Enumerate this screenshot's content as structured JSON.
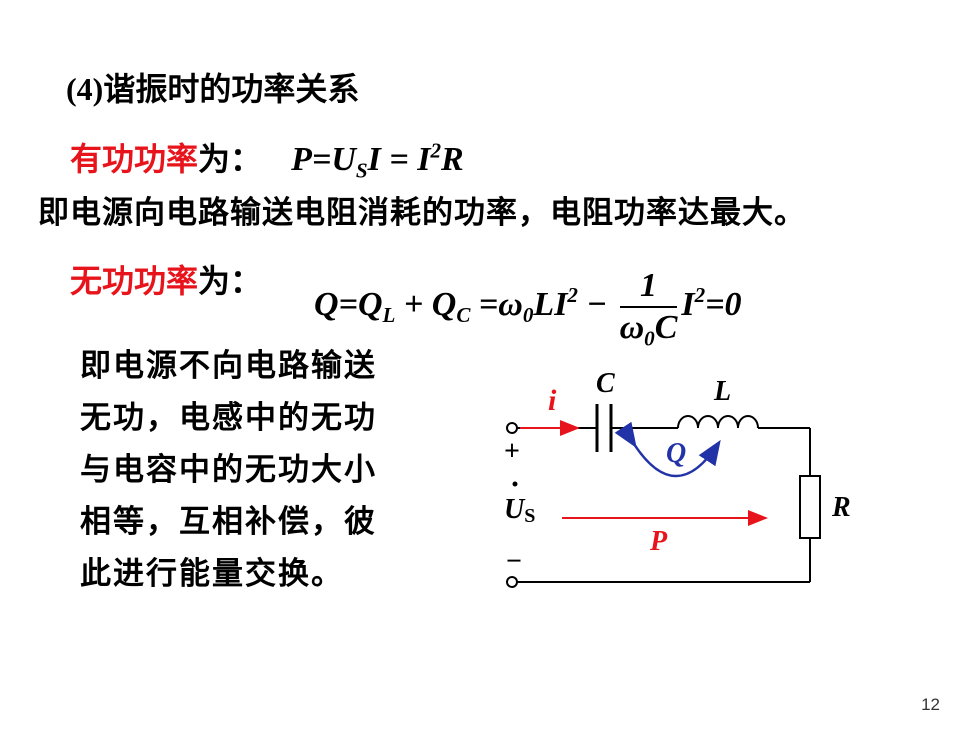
{
  "heading": {
    "num": "(4)",
    "text": "谐振时的功率关系"
  },
  "active_power": {
    "label": "有功功率",
    "suffix": "为：",
    "formula": {
      "P": "P",
      "eq1": "=",
      "U": "U",
      "S": "S",
      "I": "I",
      "eq2": " = ",
      "I2": "I",
      "two": "2",
      "R": "R"
    }
  },
  "active_desc": "即电源向电路输送电阻消耗的功率，电阻功率达最大。",
  "reactive_power": {
    "label": "无功功率",
    "suffix": "为：",
    "formula": {
      "Q": "Q",
      "eq1": "=",
      "QL": "Q",
      "L_sub": "L",
      "plus": " + ",
      "QC": "Q",
      "C_sub": "C",
      "eq2": " =",
      "omega": "ω",
      "zero": "0",
      "L": "L",
      "I": "I",
      "two": "2",
      "minus": " − ",
      "frac_num": "1",
      "frac_omega": "ω",
      "frac_zero": "0",
      "frac_C": "C",
      "I2": "I",
      "two2": "2",
      "end": "=0"
    }
  },
  "body_lines": [
    "即电源不向电路输送",
    "无功，电感中的无功",
    "与电容中的无功大小",
    "相等，互相补偿，彼",
    "此进行能量交换。"
  ],
  "circuit": {
    "current": "i",
    "capacitor": "C",
    "inductor": "L",
    "reactive": "Q",
    "plus": "+",
    "source_U": "U",
    "source_S": "S",
    "minus": "−",
    "resistor": "R",
    "power": "P",
    "colors": {
      "red": "#e8141c",
      "blue": "#2233a8",
      "wire": "#000000"
    }
  },
  "page_number": "12"
}
